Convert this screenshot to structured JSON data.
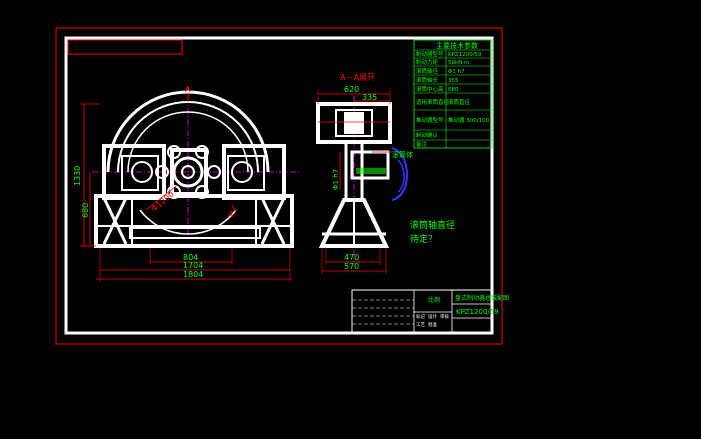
{
  "colors": {
    "background": "#000000",
    "outline": "#ff0000",
    "frame": "#ffffff",
    "dimension": "#ff0000",
    "centerline": "#ff00ff",
    "text_green": "#00ff00",
    "text_cyan": "#00ffff",
    "hatch_blue": "#3333ff"
  },
  "views": {
    "front": {
      "section_mark": "A",
      "section_mark_bottom": "A",
      "dims": {
        "height_total": "1330",
        "height_axis": "680",
        "width_inner": "804",
        "width_mid": "1704",
        "width_outer": "1804",
        "diameter": "Φ1200"
      }
    },
    "section": {
      "title": "A－A展开",
      "dims": {
        "top_width": "620",
        "top_right": "335",
        "fit": "Φ1 h7",
        "base_inner": "470",
        "base_outer": "570"
      },
      "callout": "滚筒体"
    }
  },
  "note": {
    "line1": "滚筒轴直径",
    "line2": "待定？"
  },
  "spec_table": {
    "header": "主要技术参数",
    "rows": [
      {
        "label": "制动器型号",
        "value": "KPZ1200/59"
      },
      {
        "label": "制动力矩",
        "value": "59kN·m"
      },
      {
        "label": "滚筒轴径",
        "value": "Φ1 h7"
      },
      {
        "label": "滚筒轴长",
        "value": "355"
      },
      {
        "label": "滚筒中心高",
        "value": "680"
      },
      {
        "label": "适用滚筒直径",
        "value": "滚筒直径"
      },
      {
        "label": "推动器型号",
        "value": "推动器 300/100"
      },
      {
        "label": "制动确认",
        "value": ""
      },
      {
        "label": "备注",
        "value": ""
      }
    ]
  },
  "title_block": {
    "title": "盘式制动器总装配图",
    "drawing_no": "KPZ1200/59",
    "scale_label": "比例",
    "left_labels": [
      "标记",
      "设计",
      "审核",
      "工艺",
      "批准"
    ]
  }
}
